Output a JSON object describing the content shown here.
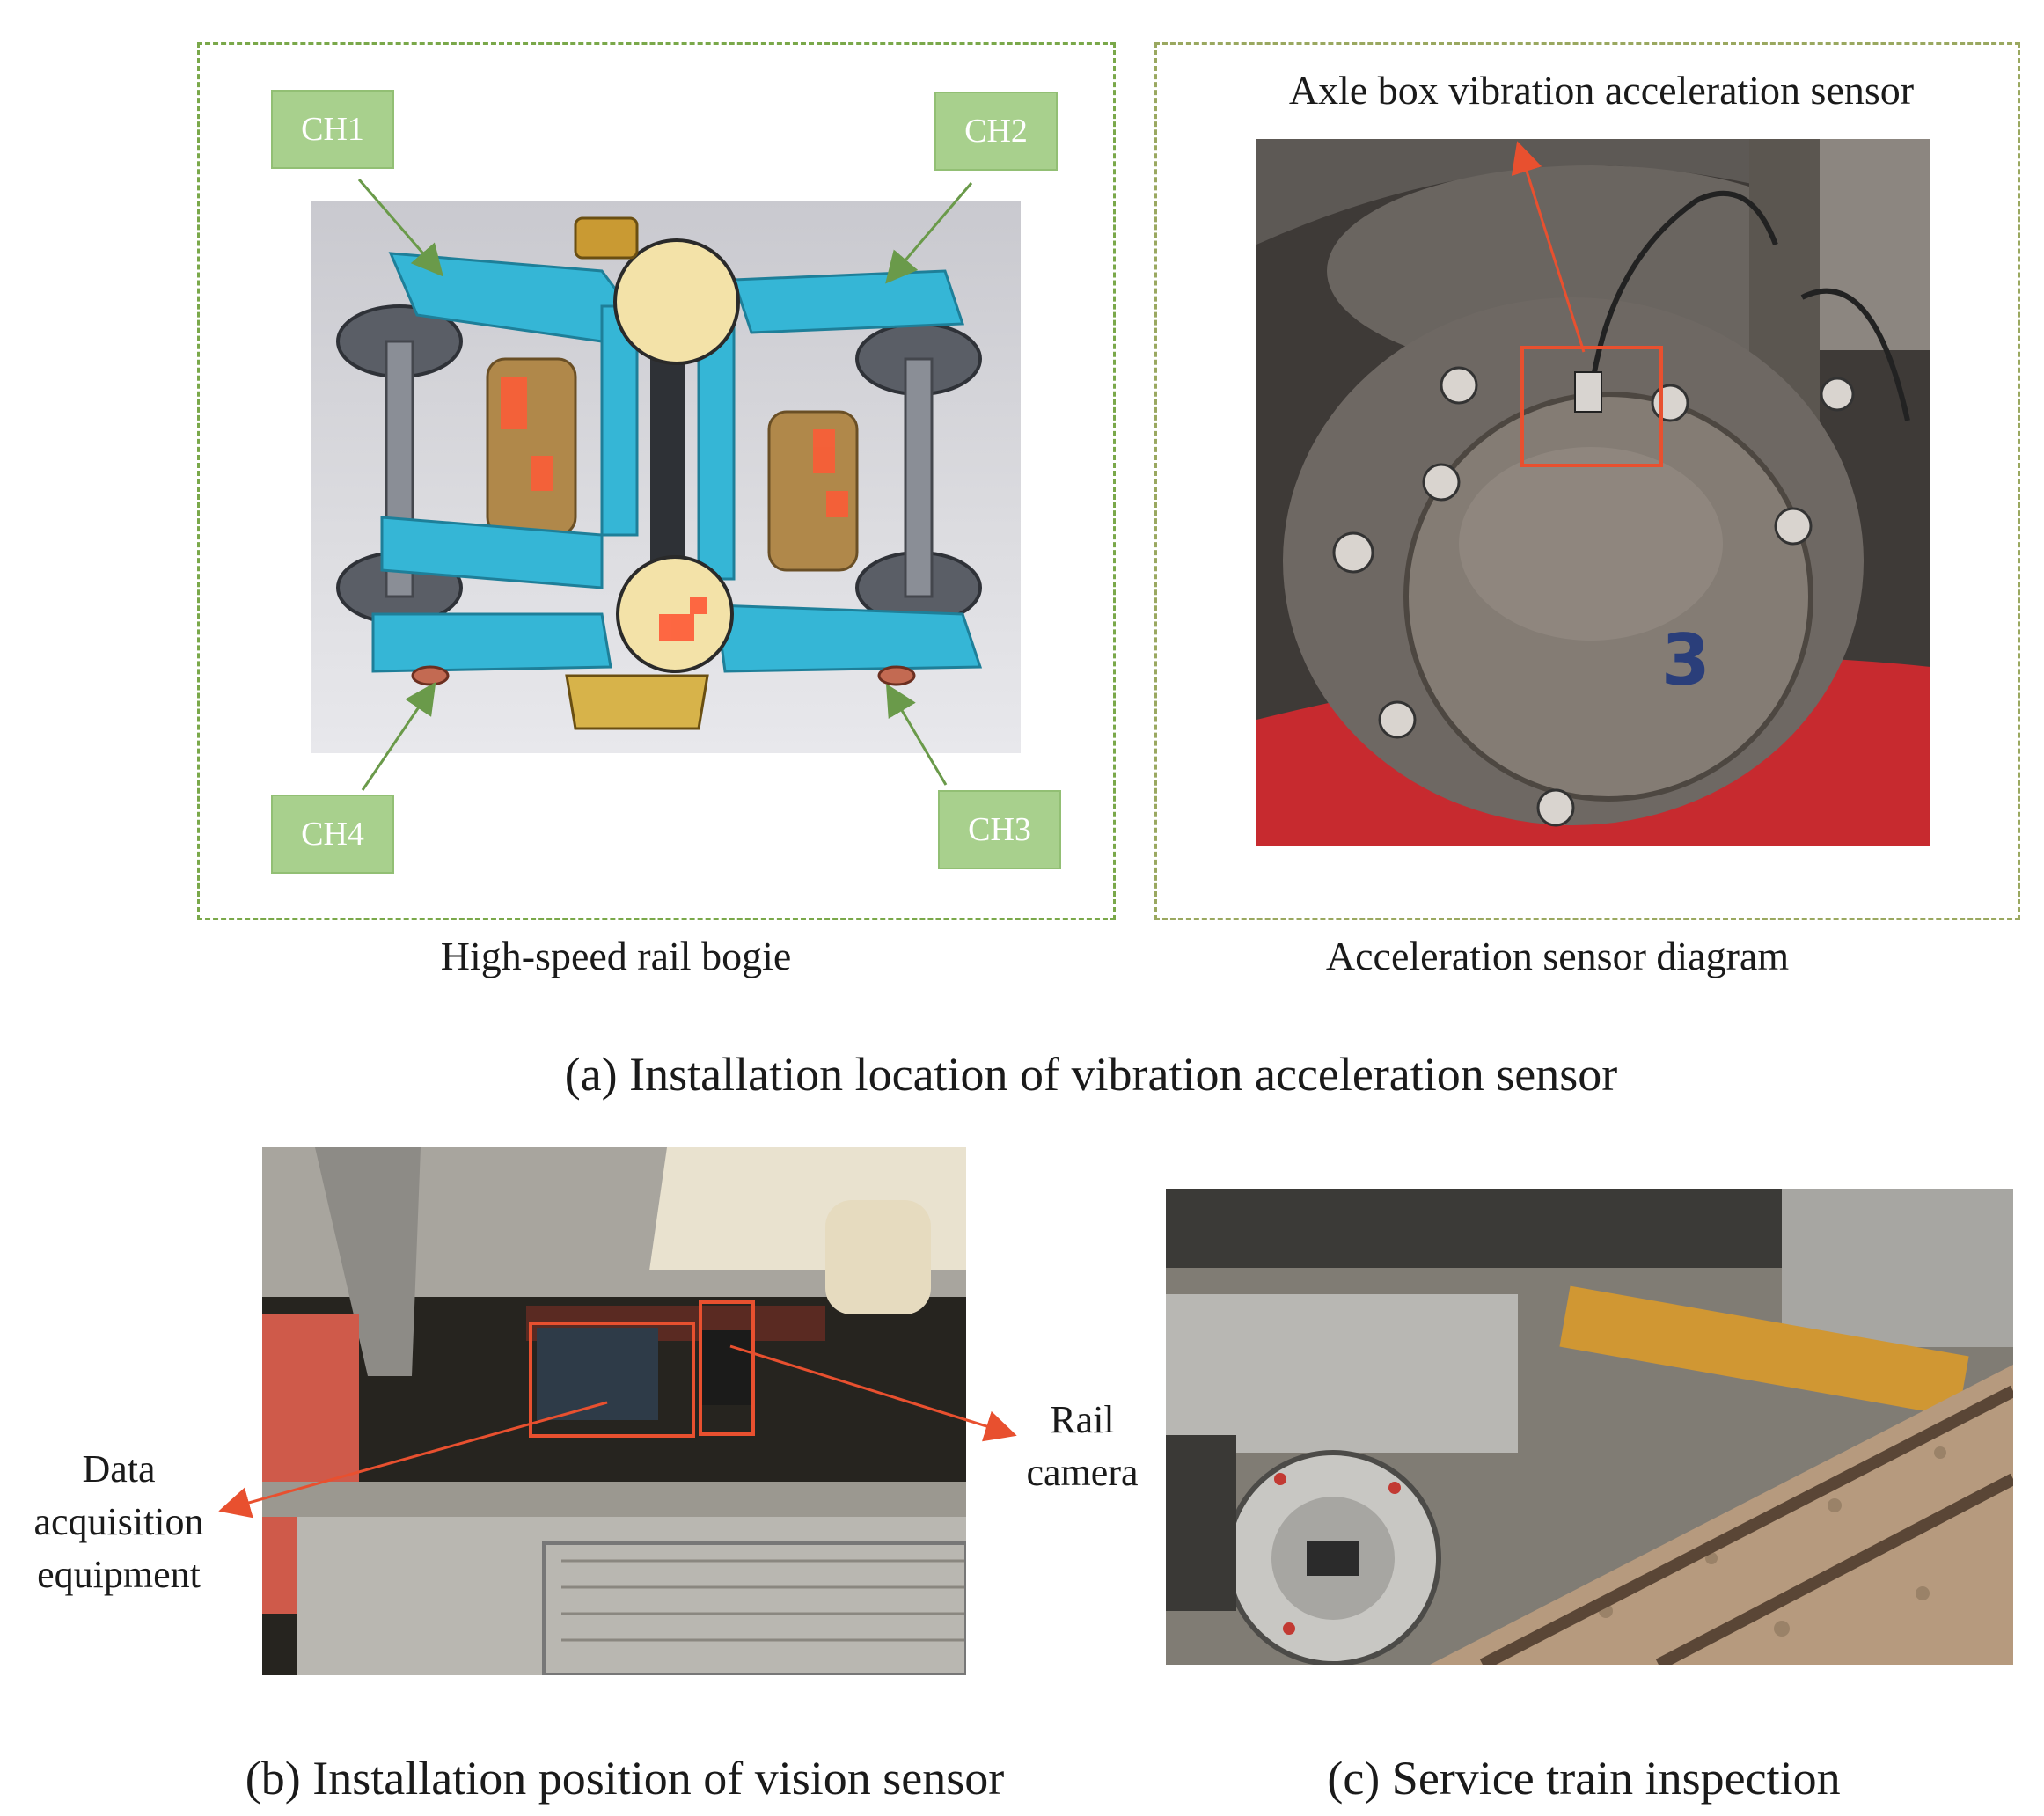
{
  "panel_a": {
    "bogie": {
      "channels": {
        "ch1": "CH1",
        "ch2": "CH2",
        "ch3": "CH3",
        "ch4": "CH4"
      },
      "caption": "High-speed rail bogie"
    },
    "sensor": {
      "top_label": "Axle box vibration acceleration sensor",
      "caption": "Acceleration sensor diagram"
    },
    "caption": "(a) Installation location of vibration acceleration sensor"
  },
  "panel_b": {
    "label_daq": "Data\nacquisition\nequipment",
    "label_camera": "Rail\ncamera",
    "caption": "(b) Installation position of vision sensor"
  },
  "panel_c": {
    "caption": "(c) Service train inspection"
  },
  "colors": {
    "dash_border": "#7aa84a",
    "channel_box": "#a8d08d",
    "annotation_red": "#e8502f",
    "arrow_green": "#6a9a4a",
    "bogie_frame": "#35b6d6"
  }
}
